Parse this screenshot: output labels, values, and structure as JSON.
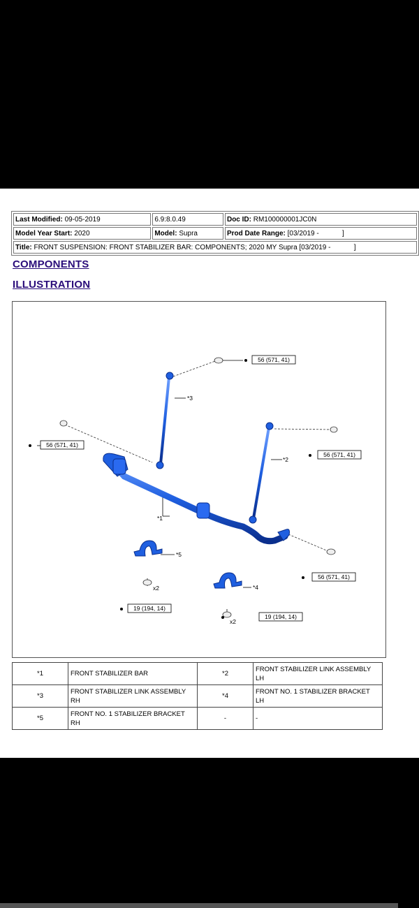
{
  "header": {
    "last_modified_label": "Last Modified:",
    "last_modified_value": "09-05-2019",
    "version": "6.9:8.0.49",
    "doc_id_label": "Doc ID:",
    "doc_id_value": "RM100000001JC0N",
    "model_year_label": "Model Year Start:",
    "model_year_value": "2020",
    "model_label": "Model:",
    "model_value": "Supra",
    "prod_date_label": "Prod Date Range:",
    "prod_date_value": "[03/2019 -            ]",
    "title_label": "Title:",
    "title_value": "FRONT SUSPENSION: FRONT STABILIZER BAR: COMPONENTS; 2020 MY Supra [03/2019 -            ]"
  },
  "headings": {
    "components": "COMPONENTS",
    "illustration": "ILLUSTRATION"
  },
  "illustration": {
    "torque_1": "56 (571, 41)",
    "torque_2": "56 (571, 41)",
    "torque_3": "56 (571, 41)",
    "torque_4": "56 (571, 41)",
    "torque_5": "19 (194, 14)",
    "torque_6": "19 (194, 14)",
    "callout_1": "*1",
    "callout_2": "*2",
    "callout_3": "*3",
    "callout_4": "*4",
    "callout_5": "*5",
    "qty_a": "x2",
    "qty_b": "x2",
    "part_color": "#1f5fe0"
  },
  "parts_table": {
    "rows": [
      {
        "code_a": "*1",
        "name_a": "FRONT STABILIZER BAR",
        "code_b": "*2",
        "name_b": "FRONT STABILIZER LINK ASSEMBLY LH"
      },
      {
        "code_a": "*3",
        "name_a": "FRONT STABILIZER LINK ASSEMBLY RH",
        "code_b": "*4",
        "name_b": "FRONT NO. 1 STABILIZER BRACKET LH"
      },
      {
        "code_a": "*5",
        "name_a": "FRONT NO. 1 STABILIZER BRACKET RH",
        "code_b": "-",
        "name_b": "-"
      }
    ]
  }
}
